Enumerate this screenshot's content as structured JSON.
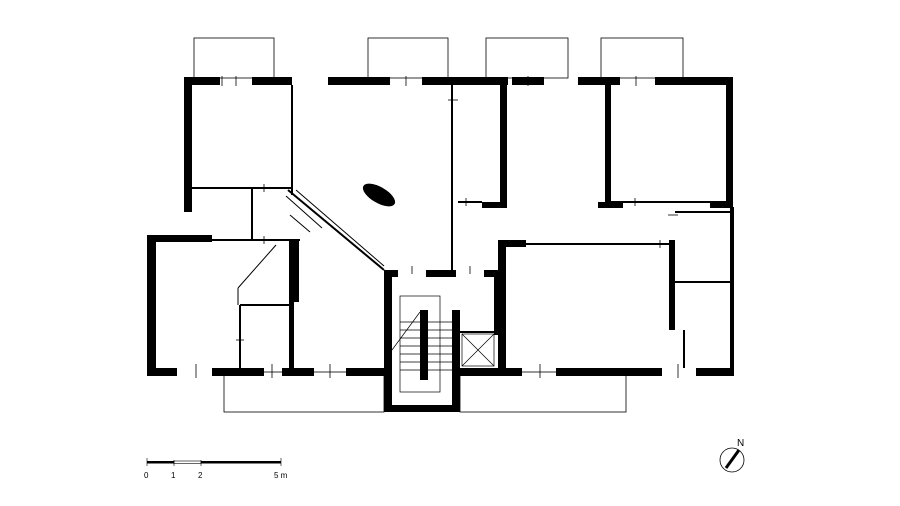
{
  "scale_bar": {
    "labels": [
      "0",
      "1",
      "2",
      "5 m"
    ]
  },
  "north_arrow": {
    "label": "N",
    "icon": "north-arrow-icon"
  },
  "colors": {
    "wall": "#000000",
    "line": "#000000",
    "background": "#ffffff",
    "void": "#ffffff"
  }
}
